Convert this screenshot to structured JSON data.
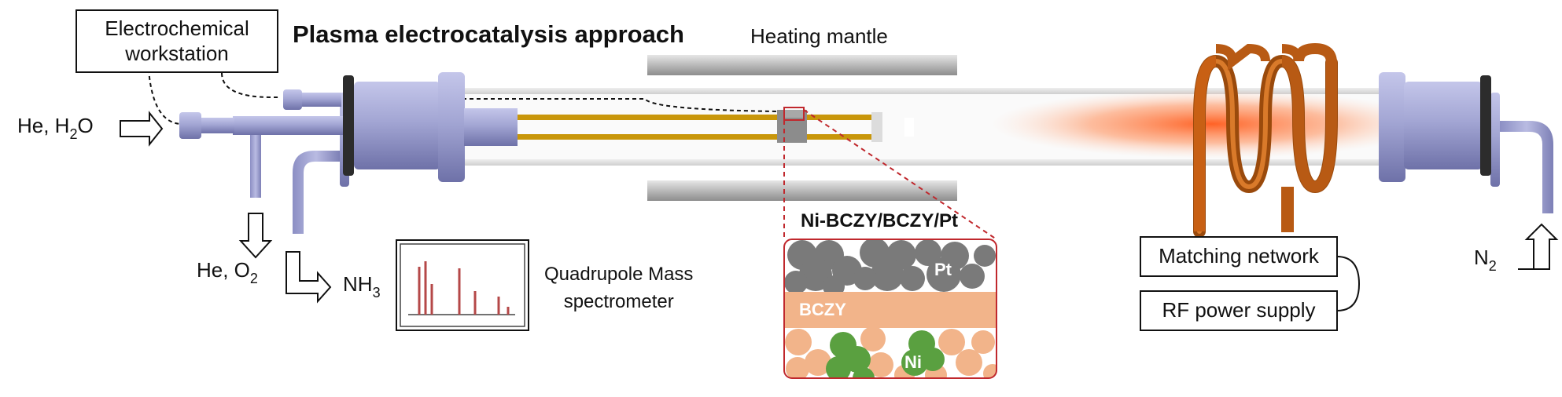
{
  "title": "Plasma electrocatalysis approach",
  "workstation": {
    "line1": "Electrochemical",
    "line2": "workstation"
  },
  "heating_mantle": "Heating mantle",
  "inlet": {
    "text": "He, H",
    "sub": "2",
    "tail": "O"
  },
  "outlet_down": {
    "text": "He, O",
    "sub": "2"
  },
  "product": {
    "text": "NH",
    "sub": "3"
  },
  "qms": {
    "line1": "Quadrupole Mass",
    "line2": "spectrometer"
  },
  "cell": {
    "title": "Ni-BCZY/BCZY/Pt",
    "top_layer": "Pt",
    "middle_layer": "BCZY",
    "bottom_layer": "Ni"
  },
  "matching_network": "Matching network",
  "rf_supply": "RF power supply",
  "n2": {
    "text": "N",
    "sub": "2"
  },
  "colors": {
    "fitting": "#a3a6d4",
    "fitting_dark": "#6b6ea6",
    "electrode": "#c8960a",
    "coil": "#c86014",
    "plasma": "#ff6a2a",
    "mantle": "#9e9e9e",
    "pt": "#7a7a7a",
    "bczy": "#f2b48a",
    "ni": "#5aa040",
    "inset_border": "#c0282d",
    "spectrum_peak": "#b54848"
  }
}
